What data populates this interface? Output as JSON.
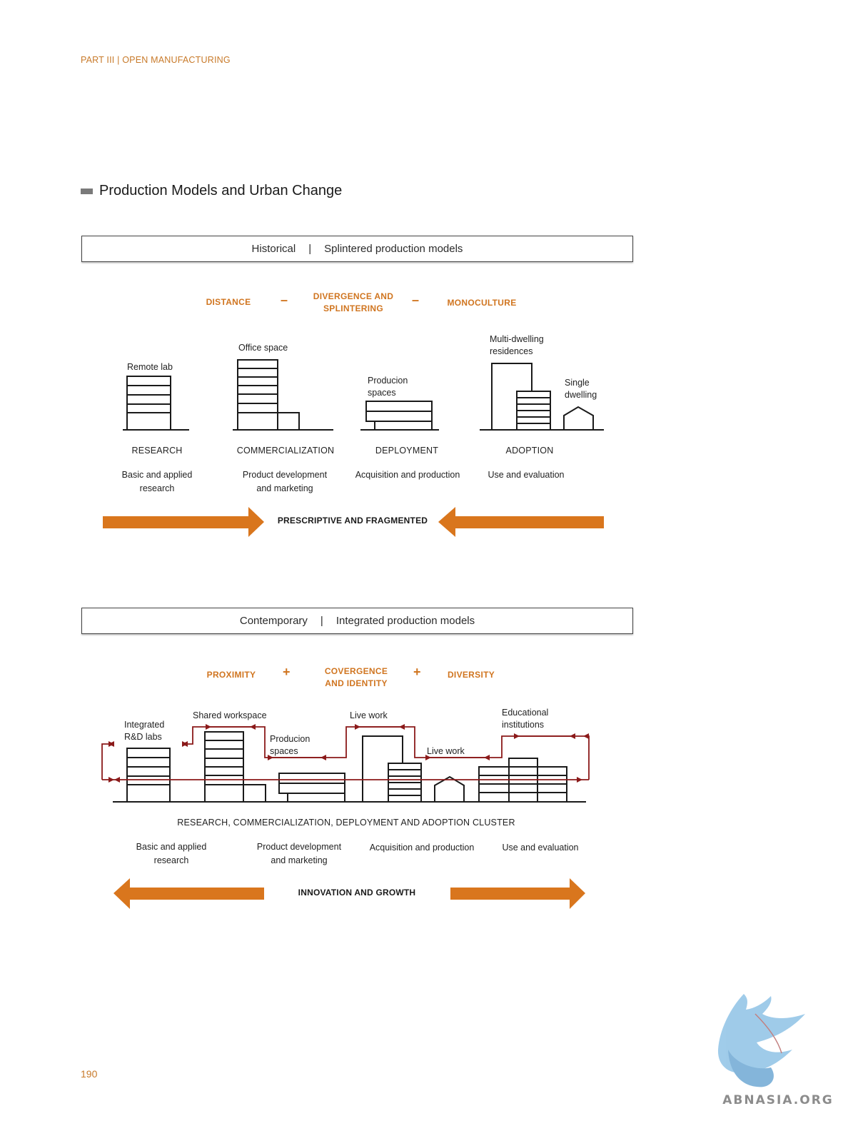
{
  "header": {
    "part": "PART III | OPEN MANUFACTURING"
  },
  "section": {
    "title": "Production Models and Urban Change"
  },
  "historical": {
    "bar_left": "Historical",
    "bar_sep": "|",
    "bar_right": "Splintered production models",
    "themes": [
      "DISTANCE",
      "DIVERGENCE AND SPLINTERING",
      "MONOCULTURE"
    ],
    "operator": "–",
    "building_labels": {
      "remote_lab": "Remote lab",
      "office_space": "Office space",
      "production_spaces": "Producion spaces",
      "multi_dwelling": "Multi-dwelling residences",
      "single_dwelling": "Single dwelling"
    },
    "stages": [
      "RESEARCH",
      "COMMERCIALIZATION",
      "DEPLOYMENT",
      "ADOPTION"
    ],
    "descriptions": [
      "Basic and applied research",
      "Product development and marketing",
      "Acquisition and production",
      "Use and evaluation"
    ],
    "arrow_label": "PRESCRIPTIVE AND FRAGMENTED"
  },
  "contemporary": {
    "bar_left": "Contemporary",
    "bar_sep": "|",
    "bar_right": "Integrated production models",
    "themes": [
      "PROXIMITY",
      "COVERGENCE AND IDENTITY",
      "DIVERSITY"
    ],
    "operator": "+",
    "building_labels": {
      "integrated_rd": "Integrated R&D labs",
      "shared_workspace": "Shared workspace",
      "production_spaces": "Producion spaces",
      "live_work_1": "Live work",
      "live_work_2": "Live work",
      "educational": "Educational institutions"
    },
    "cluster_label": "RESEARCH, COMMERCIALIZATION, DEPLOYMENT AND ADOPTION CLUSTER",
    "descriptions": [
      "Basic and applied research",
      "Product development and marketing",
      "Acquisition and production",
      "Use and evaluation"
    ],
    "arrow_label": "INNOVATION AND GROWTH"
  },
  "colors": {
    "accent": "#d07520",
    "flow_line": "#8b1a1a",
    "building_line": "#1a1a1a"
  },
  "page_number": "190",
  "watermark": {
    "text": "ABNASIA.ORG"
  }
}
